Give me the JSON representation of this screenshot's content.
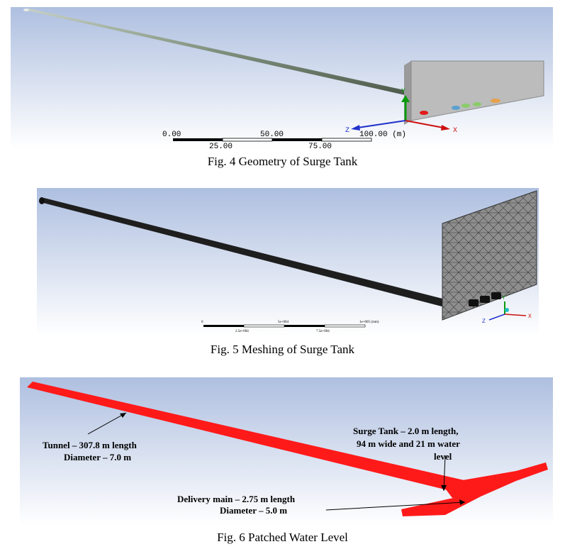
{
  "figures": [
    {
      "caption": "Fig. 4 Geometry of Surge Tank",
      "scale": {
        "top_labels": [
          "0.00",
          "50.00",
          "100.00 (m)"
        ],
        "bottom_labels": [
          "25.00",
          "75.00"
        ]
      },
      "axes": {
        "x": "X",
        "y": "Y",
        "z": "Z"
      }
    },
    {
      "caption": "Fig. 5 Meshing of Surge Tank",
      "scale": {
        "top_labels": [
          "0",
          "5e+004",
          "1e+005 (mm)"
        ],
        "bottom_labels": [
          "2.5e+004",
          "7.5e+004"
        ]
      },
      "axes": {
        "x": "X",
        "y": "Y",
        "z": "Z"
      }
    },
    {
      "caption": "Fig. 6 Patched Water Level",
      "annotations": {
        "tunnel_line1": "Tunnel – 307.8 m length",
        "tunnel_line2": "Diameter – 7.0 m",
        "surge_line1": "Surge Tank – 2.0 m length,",
        "surge_line2": "94 m wide and 21 m water",
        "surge_line3": "level",
        "delivery_line1": "Delivery main – 2.75 m length",
        "delivery_line2": "Diameter – 5.0 m"
      }
    }
  ],
  "colors": {
    "bg_top": "#aebfe0",
    "bg_bottom": "#ffffff",
    "pipe": "#7f8f7c",
    "tank": "#bcbcbc",
    "mesh": "#2a2a2a",
    "water": "#ff1a1a"
  }
}
